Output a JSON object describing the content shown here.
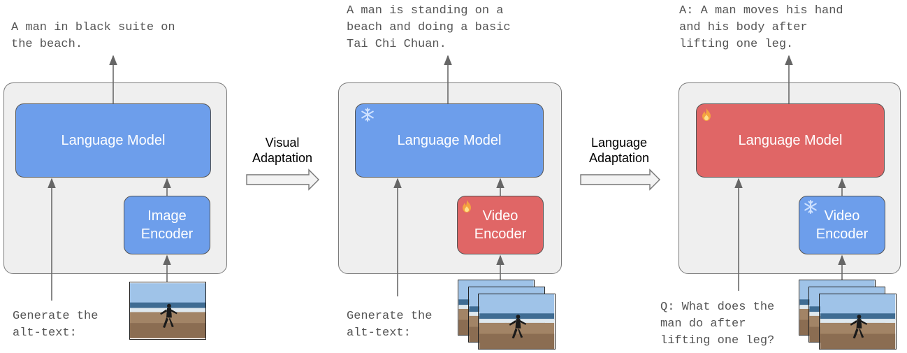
{
  "panels": [
    {
      "output_text": "A man in black suite on\nthe beach.",
      "language_model_label": "Language Model",
      "encoder_label": "Image\nEncoder",
      "input_text": "Generate the\nalt-text:"
    },
    {
      "output_text": "A man is standing on a\nbeach and doing a basic\nTai Chi Chuan.",
      "language_model_label": "Language Model",
      "encoder_label": "Video\nEncoder",
      "input_text": "Generate the\nalt-text:"
    },
    {
      "output_text": "A: A man moves his hand\nand his body after\nlifting one leg.",
      "language_model_label": "Language Model",
      "encoder_label": "Video\nEncoder",
      "input_text": "Q: What does the\nman do after\nlifting one leg?"
    }
  ],
  "stages": [
    {
      "label": "Visual\nAdaptation"
    },
    {
      "label": "Language\nAdaptation"
    }
  ],
  "colors": {
    "frozen": "#6d9eeb",
    "trainable": "#e06666",
    "panel": "#efefef"
  },
  "icons": {
    "frozen": "snowflake-icon",
    "trainable": "flame-icon"
  }
}
